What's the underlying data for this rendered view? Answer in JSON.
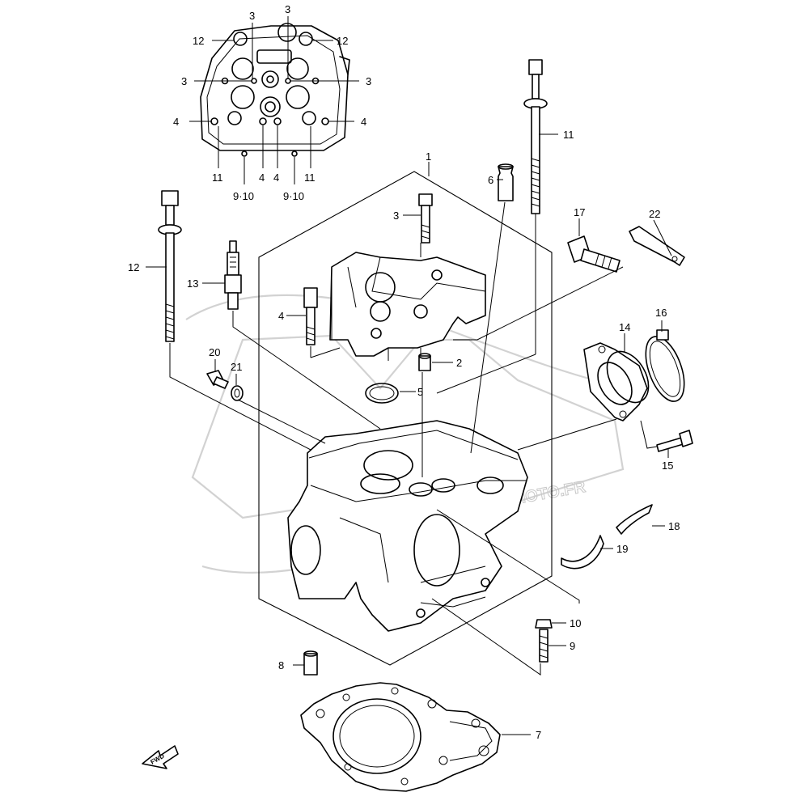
{
  "watermark": {
    "text": "MICMOTO.FR"
  },
  "fwd_label": "FWD",
  "callouts": [
    {
      "id": "c12a",
      "text": "12"
    },
    {
      "id": "c3a",
      "text": "3"
    },
    {
      "id": "c3b",
      "text": "3"
    },
    {
      "id": "c12b",
      "text": "12"
    },
    {
      "id": "c3c",
      "text": "3"
    },
    {
      "id": "c3d",
      "text": "3"
    },
    {
      "id": "c4a",
      "text": "4"
    },
    {
      "id": "c4b",
      "text": "4"
    },
    {
      "id": "c11a",
      "text": "11"
    },
    {
      "id": "c4c",
      "text": "4"
    },
    {
      "id": "c4d",
      "text": "4"
    },
    {
      "id": "c11b",
      "text": "11"
    },
    {
      "id": "c910a",
      "text": "9·10"
    },
    {
      "id": "c910b",
      "text": "9·10"
    },
    {
      "id": "c1",
      "text": "1"
    },
    {
      "id": "c6",
      "text": "6"
    },
    {
      "id": "c11c",
      "text": "11"
    },
    {
      "id": "c3e",
      "text": "3"
    },
    {
      "id": "c12c",
      "text": "12"
    },
    {
      "id": "c13",
      "text": "13"
    },
    {
      "id": "c4e",
      "text": "4"
    },
    {
      "id": "c2",
      "text": "2"
    },
    {
      "id": "c20",
      "text": "20"
    },
    {
      "id": "c21",
      "text": "21"
    },
    {
      "id": "c5",
      "text": "5"
    },
    {
      "id": "c17",
      "text": "17"
    },
    {
      "id": "c22",
      "text": "22"
    },
    {
      "id": "c16",
      "text": "16"
    },
    {
      "id": "c14",
      "text": "14"
    },
    {
      "id": "c15",
      "text": "15"
    },
    {
      "id": "c18",
      "text": "18"
    },
    {
      "id": "c19",
      "text": "19"
    },
    {
      "id": "c10",
      "text": "10"
    },
    {
      "id": "c9",
      "text": "9"
    },
    {
      "id": "c8",
      "text": "8"
    },
    {
      "id": "c7",
      "text": "7"
    }
  ]
}
